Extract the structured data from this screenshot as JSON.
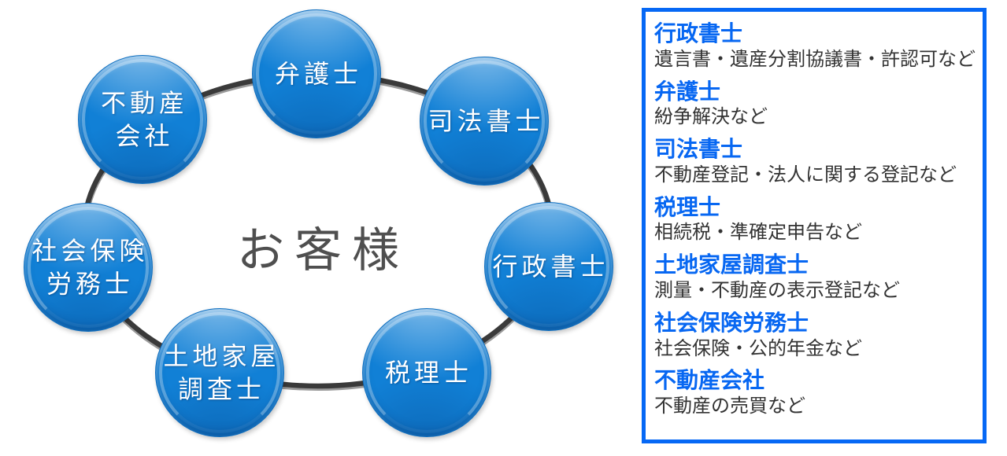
{
  "diagram": {
    "center_label": "お客様",
    "nodes": [
      {
        "name": "bengoshi",
        "line1": "弁護士",
        "line2": ""
      },
      {
        "name": "shihou-shoshi",
        "line1": "司法書士",
        "line2": ""
      },
      {
        "name": "gyousei-shoshi",
        "line1": "行政書士",
        "line2": ""
      },
      {
        "name": "zeirishi",
        "line1": "税理士",
        "line2": ""
      },
      {
        "name": "tochikaoku-chousashi",
        "line1": "土地家屋",
        "line2": "調査士"
      },
      {
        "name": "shakaihoken-roumushi",
        "line1": "社会保険",
        "line2": "労務士"
      },
      {
        "name": "fudousan-gaisha",
        "line1": "不動産",
        "line2": "会社"
      }
    ],
    "colors": {
      "node_fill": "#1180D6",
      "node_text": "#FFFFFF",
      "ring": "#3A3A3A",
      "center_text": "#4F4F4F"
    }
  },
  "legend": {
    "border_color": "#0668F5",
    "title_color": "#0767F2",
    "items": [
      {
        "title": "行政書士",
        "desc": "遺言書・遺産分割協議書・許認可など"
      },
      {
        "title": "弁護士",
        "desc": "紛争解決など"
      },
      {
        "title": "司法書士",
        "desc": "不動産登記・法人に関する登記など"
      },
      {
        "title": "税理士",
        "desc": "相続税・準確定申告など"
      },
      {
        "title": "土地家屋調査士",
        "desc": "測量・不動産の表示登記など"
      },
      {
        "title": "社会保険労務士",
        "desc": "社会保険・公的年金など"
      },
      {
        "title": "不動産会社",
        "desc": "不動産の売買など"
      }
    ]
  }
}
